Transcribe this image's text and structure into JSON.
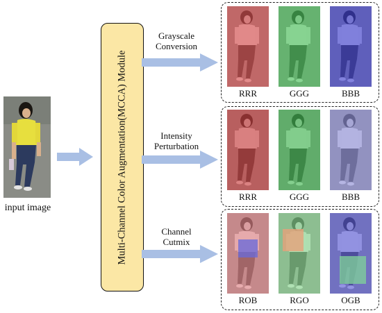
{
  "input": {
    "label": "input image"
  },
  "module": {
    "label": "Multi-Channel Color Augmentation(MCCA)  Module"
  },
  "groups": [
    {
      "line1": "Grayscale",
      "line2": "Conversion",
      "images": [
        {
          "caption": "RRR",
          "tint": "#d84a4a"
        },
        {
          "caption": "GGG",
          "tint": "#47c257"
        },
        {
          "caption": "BBB",
          "tint": "#3b3bd0"
        }
      ]
    },
    {
      "line1": "Intensity",
      "line2": "Perturbation",
      "images": [
        {
          "caption": "RRR",
          "tint": "#cc3c3c"
        },
        {
          "caption": "GGG",
          "tint": "#3fb84f"
        },
        {
          "caption": "BBB",
          "tint": "#8e8ed8"
        }
      ]
    },
    {
      "line1": "Channel",
      "line2": "Cutmix",
      "images": [
        {
          "caption": "ROB",
          "tint": "#e07f82",
          "patch": "#6a6ad8"
        },
        {
          "caption": "RGO",
          "tint": "#86d58c",
          "patch": "#e8a07a"
        },
        {
          "caption": "OGB",
          "tint": "#5858d8",
          "patch": "#7fd09a"
        }
      ]
    }
  ],
  "colors": {
    "arrow": "#a9bfe4",
    "module_fill": "#fbe7a5"
  }
}
